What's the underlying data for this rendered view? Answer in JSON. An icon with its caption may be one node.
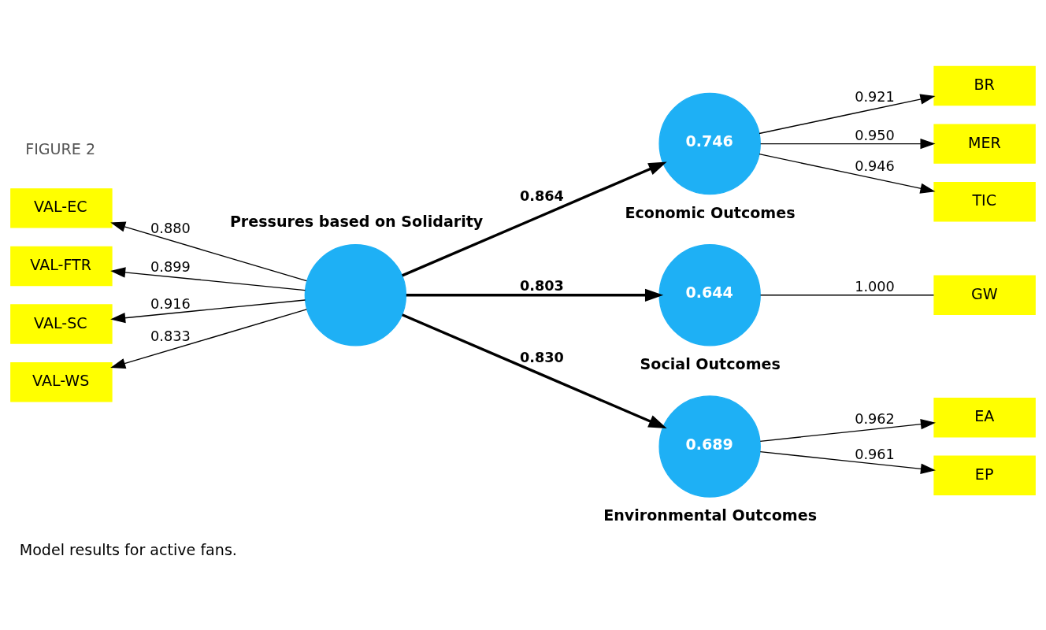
{
  "diagram": {
    "caption": "Model results for active fans.",
    "nodes": [
      {
        "text": [
          "Pressures based on Solidarity"
        ]
      },
      {
        "text": [
          "VAL-EC"
        ]
      },
      {
        "text": [
          "VAL-FTR"
        ]
      },
      {
        "text": [
          "VAL-SC"
        ]
      },
      {
        "text": [
          "VAL-WS"
        ]
      },
      {
        "text": [
          "0.746",
          "Economic Outcomes"
        ]
      },
      {
        "text": [
          "0.644",
          "Social Outcomes"
        ]
      },
      {
        "text": [
          "0.689",
          "Environmental Outcomes"
        ]
      },
      {
        "text": [
          "BR"
        ]
      },
      {
        "text": [
          "MER"
        ]
      },
      {
        "text": [
          "TIC"
        ]
      },
      {
        "text": [
          "GW"
        ]
      },
      {
        "text": [
          "EA"
        ]
      },
      {
        "text": [
          "EP"
        ]
      }
    ],
    "edges": [
      {
        "from": 0,
        "to": 1,
        "arrow": "to",
        "label": "0.880"
      },
      {
        "from": 0,
        "to": 2,
        "arrow": "to",
        "label": "0.899"
      },
      {
        "from": 0,
        "to": 3,
        "arrow": "to",
        "label": "0.916"
      },
      {
        "from": 0,
        "to": 4,
        "arrow": "to",
        "label": "0.833"
      },
      {
        "from": 0,
        "to": 5,
        "arrow": "to",
        "label": "0.864",
        "style": "thick"
      },
      {
        "from": 0,
        "to": 6,
        "arrow": "to",
        "label": "0.803",
        "style": "thick"
      },
      {
        "from": 0,
        "to": 7,
        "arrow": "to",
        "label": "0.830",
        "style": "thick"
      },
      {
        "from": 5,
        "to": 8,
        "arrow": "to",
        "label": "0.921"
      },
      {
        "from": 5,
        "to": 9,
        "arrow": "to",
        "label": "0.950"
      },
      {
        "from": 5,
        "to": 10,
        "arrow": "to",
        "label": "0.946"
      },
      {
        "from": 6,
        "to": 11,
        "arrow": "none",
        "label": "1.000"
      },
      {
        "from": 7,
        "to": 12,
        "arrow": "to",
        "label": "0.962"
      },
      {
        "from": 7,
        "to": 13,
        "arrow": "to",
        "label": "0.961"
      }
    ],
    "labels": [
      "FIGURE 2"
    ]
  }
}
